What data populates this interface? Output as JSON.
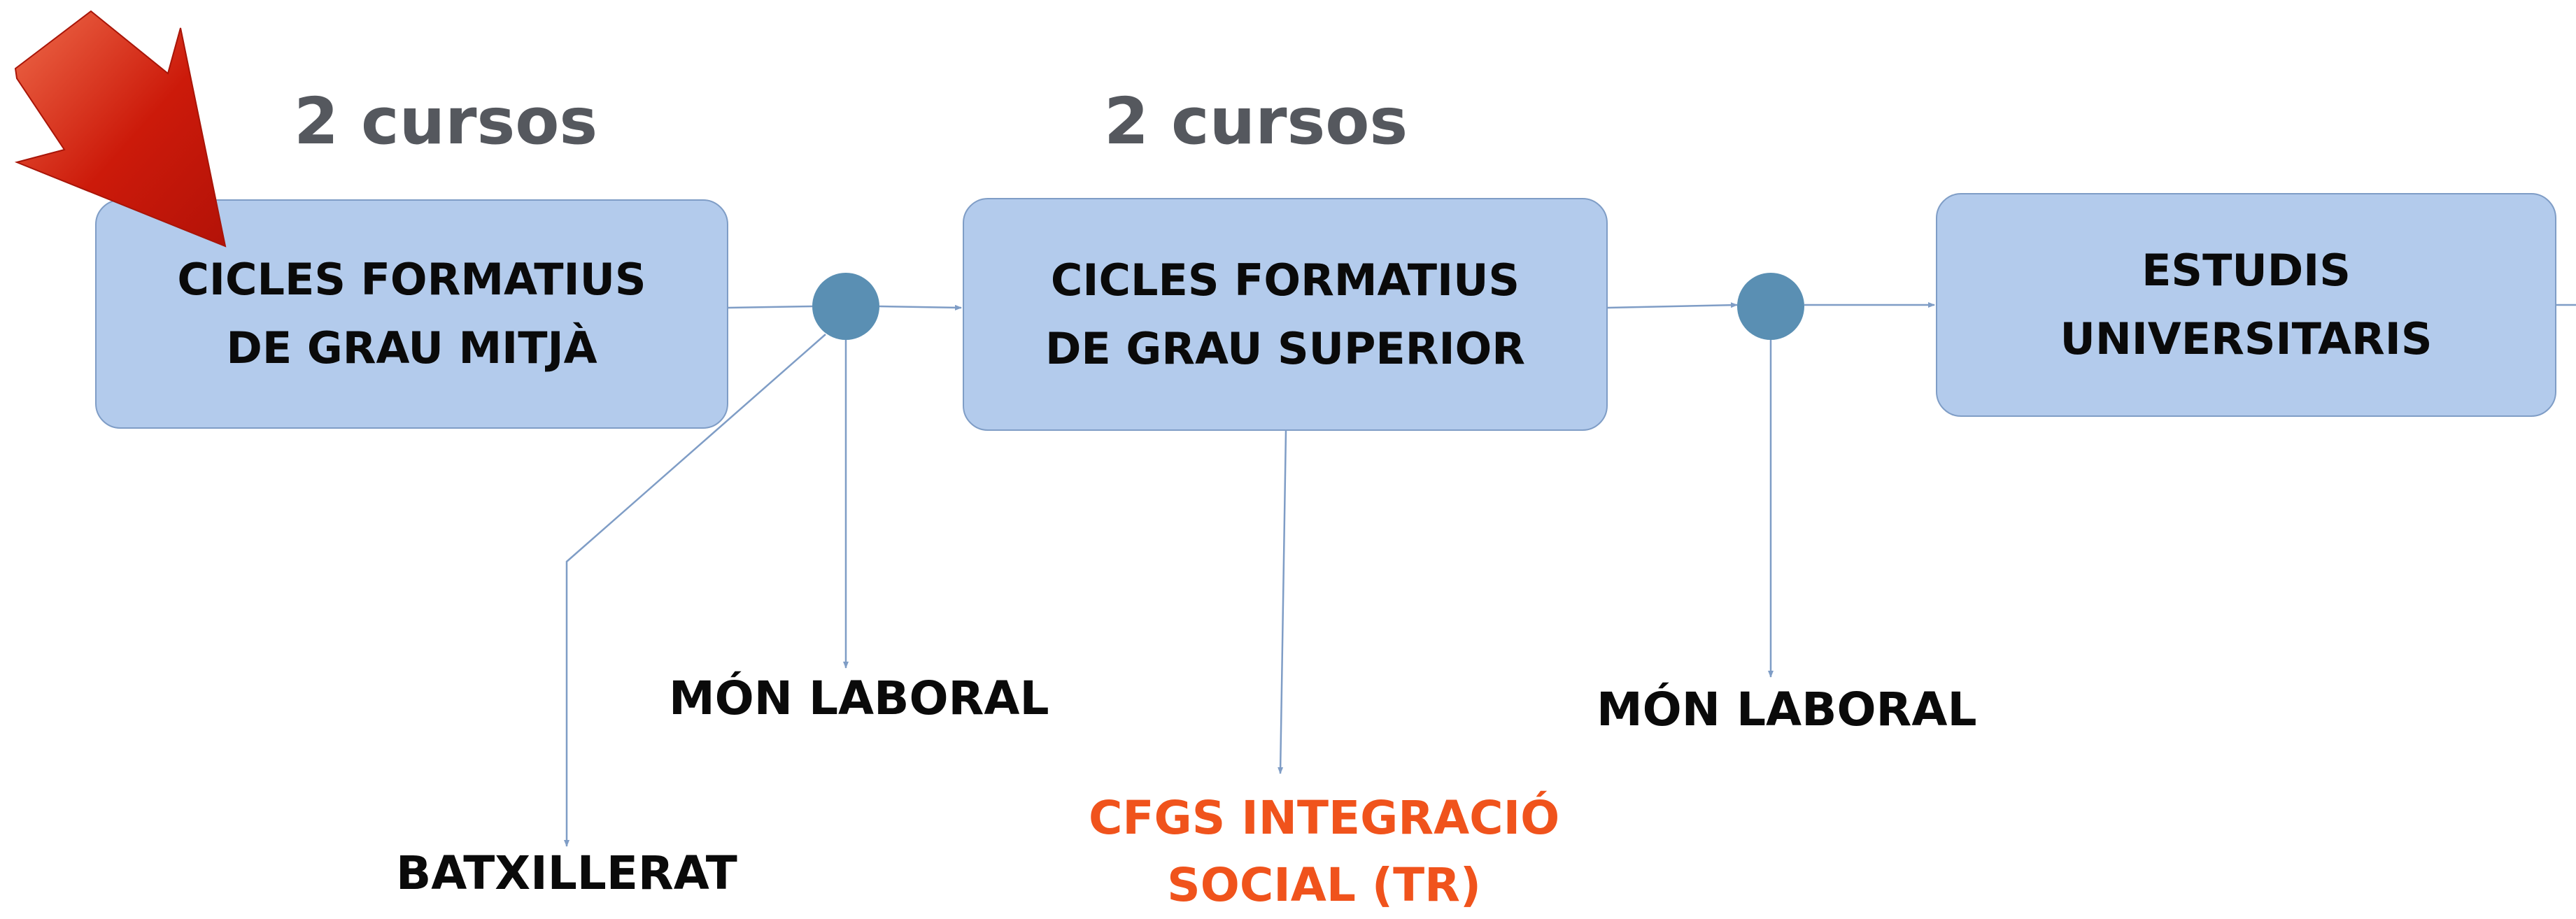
{
  "boxes": {
    "grau_mitja": {
      "line1": "CICLES FORMATIUS",
      "line2": "DE GRAU MITJÀ"
    },
    "grau_superior": {
      "line1": "CICLES FORMATIUS",
      "line2": "DE GRAU SUPERIOR"
    },
    "universitaris": {
      "line1": "ESTUDIS",
      "line2": "UNIVERSITARIS"
    }
  },
  "durations": {
    "grau_mitja": "2 cursos",
    "grau_superior": "2 cursos"
  },
  "outcomes": {
    "batxillerat": "BATXILLERAT",
    "mon_laboral_1": "MÓN LABORAL",
    "mon_laboral_2": "MÓN LABORAL",
    "cfgs_line1": "CFGS INTEGRACIÓ",
    "cfgs_line2": "SOCIAL (TR)"
  },
  "colors": {
    "box_fill": "#b3cbec",
    "box_border": "#7f9dc6",
    "node_fill": "#5a8fb3",
    "connector": "#7f9dc6",
    "highlight_text": "#f0531c",
    "duration_text": "#55585e",
    "pointer_arrow": "#cc1a0a"
  },
  "icons": {
    "pointer": "red-arrow-icon"
  }
}
